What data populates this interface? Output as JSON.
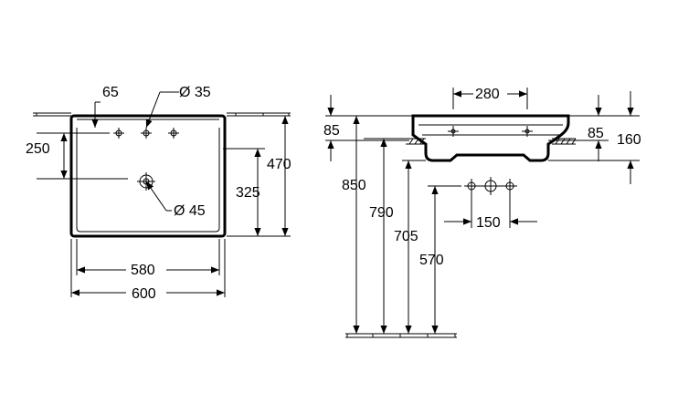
{
  "front_view": {
    "top_offset": "65",
    "tap_hole_diameter": "Ø 35",
    "depth_to_tap": "250",
    "total_depth": "470",
    "overflow_depth": "325",
    "drain_diameter": "Ø 45",
    "inner_width": "580",
    "total_width": "600"
  },
  "side_view": {
    "bowl_width": "280",
    "rim_height_left": "85",
    "rim_height_right": "85",
    "total_height": "160",
    "height_850": "850",
    "height_790": "790",
    "height_705": "705",
    "height_570": "570",
    "hole_spacing": "150"
  }
}
